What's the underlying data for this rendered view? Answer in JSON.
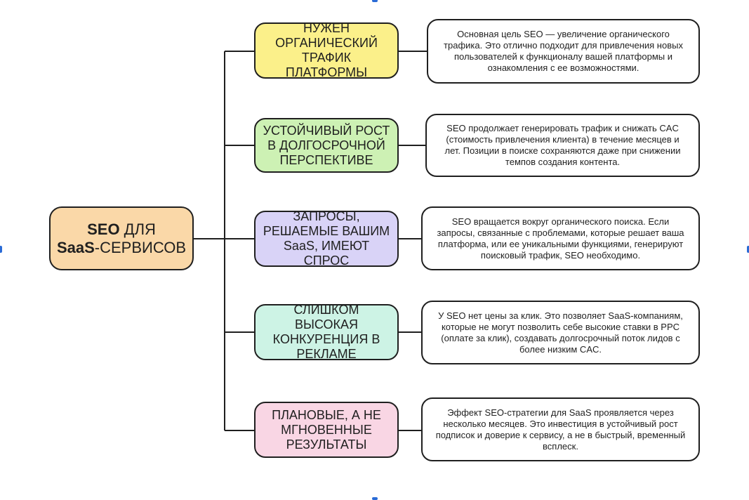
{
  "root": {
    "line1_bold": "SEO",
    "line1_rest": " ДЛЯ",
    "line2_bold": "SaaS",
    "line2_rest": "-СЕРВИСОВ",
    "color": "#fad8a8"
  },
  "items": [
    {
      "label": "НУЖЕН ОРГАНИЧЕСКИЙ ТРАФИК ПЛАТФОРМЫ",
      "color": "#fbf08a",
      "description": "Основная цель SEO — увеличение органического трафика. Это отлично подходит для привлечения новых пользователей к функционалу вашей платформы и ознакомления с ее возможностями."
    },
    {
      "label": "УСТОЙЧИВЫЙ РОСТ В ДОЛГОСРОЧНОЙ ПЕРСПЕКТИВЕ",
      "color": "#cdf1b4",
      "description": "SEO продолжает генерировать трафик и снижать CAC (стоимость привлечения клиента) в течение месяцев и лет. Позиции в поиске сохраняются даже при снижении темпов создания контента."
    },
    {
      "label": "ЗАПРОСЫ, РЕШАЕМЫЕ ВАШИМ SaaS, ИМЕЮТ СПРОС",
      "color": "#d9d3f7",
      "description": "SEO вращается вокруг органического поиска. Если запросы, связанные с проблемами, которые решает ваша платформа, или ее уникальными функциями, генерируют поисковый трафик, SEO необходимо."
    },
    {
      "label": "СЛИШКОМ ВЫСОКАЯ КОНКУРЕНЦИЯ В РЕКЛАМЕ",
      "color": "#cdf3e5",
      "description": "У SEO нет цены за клик. Это позволяет SaaS-компаниям, которые не могут позволить себе высокие ставки в PPC (оплате за клик), создавать долгосрочный поток лидов с более низким CAC."
    },
    {
      "label": "ПЛАНОВЫЕ, А НЕ МГНОВЕННЫЕ РЕЗУЛЬТАТЫ",
      "color": "#f9d6e4",
      "description": "Эффект SEO-стратегии для SaaS проявляется через несколько месяцев. Это инвестиция в устойчивый рост подписок и доверие к сервису, а не в быстрый, временный всплеск."
    }
  ]
}
